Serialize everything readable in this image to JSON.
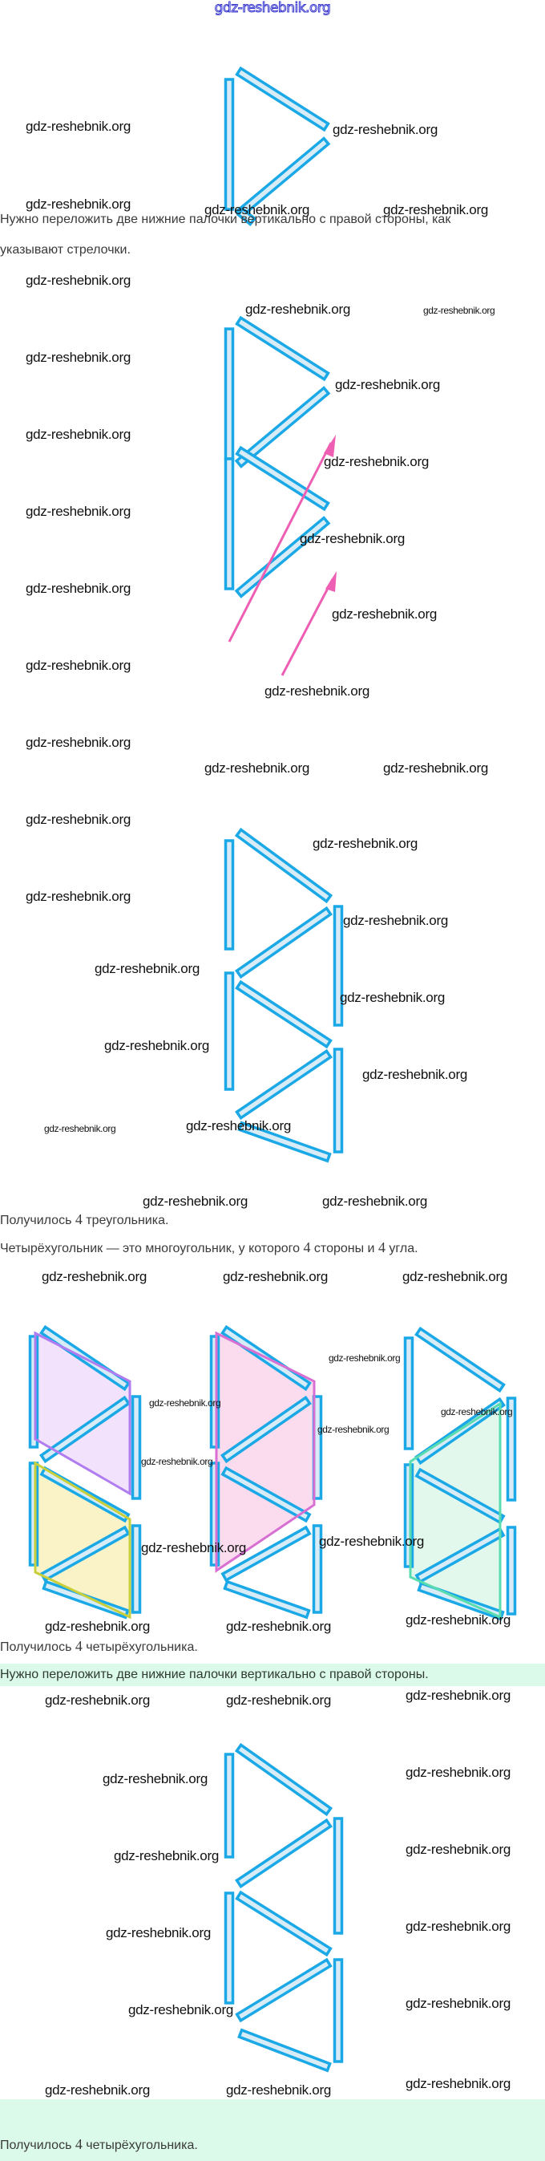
{
  "header": {
    "logo": "gdz-reshebnik.org"
  },
  "watermark": "gdz-reshebnik.org",
  "paragraphs": {
    "p1_line1": "Нужно переложить две нижние палочки вертикально с правой стороны, как",
    "p1_line2": "указывают стрелочки.",
    "p2_pre": "Получилось ",
    "p2_num": "4",
    "p2_post": " треугольника.",
    "p3_a": "Четырёхугольник — это многоугольник, у которого ",
    "p3_n1": "4",
    "p3_b": " стороны и ",
    "p3_n2": "4",
    "p3_c": " угла.",
    "p4_pre": "Получилось ",
    "p4_num": "4",
    "p4_post": " четырёхугольника.",
    "p5": "Нужно переложить две нижние палочки вертикально с правой стороны.",
    "p6_pre": "Получилось ",
    "p6_num": "4",
    "p6_post": " четырёхугольника."
  },
  "colors": {
    "stick_stroke": "#1ba8e6",
    "stick_fill": "#d7ecf6",
    "arrow": "#ee5fb4",
    "band": "#dcfaea",
    "quad_violet_stroke": "#b07df0",
    "quad_violet_fill": "#f3e2fb",
    "quad_yellow_stroke": "#c8cf3a",
    "quad_yellow_fill": "#fbf3c8",
    "quad_pink_stroke": "#d86fd2",
    "quad_pink_fill": "#fbdcee",
    "quad_green_stroke": "#58dcb0",
    "quad_green_fill": "#e2f8ec"
  }
}
